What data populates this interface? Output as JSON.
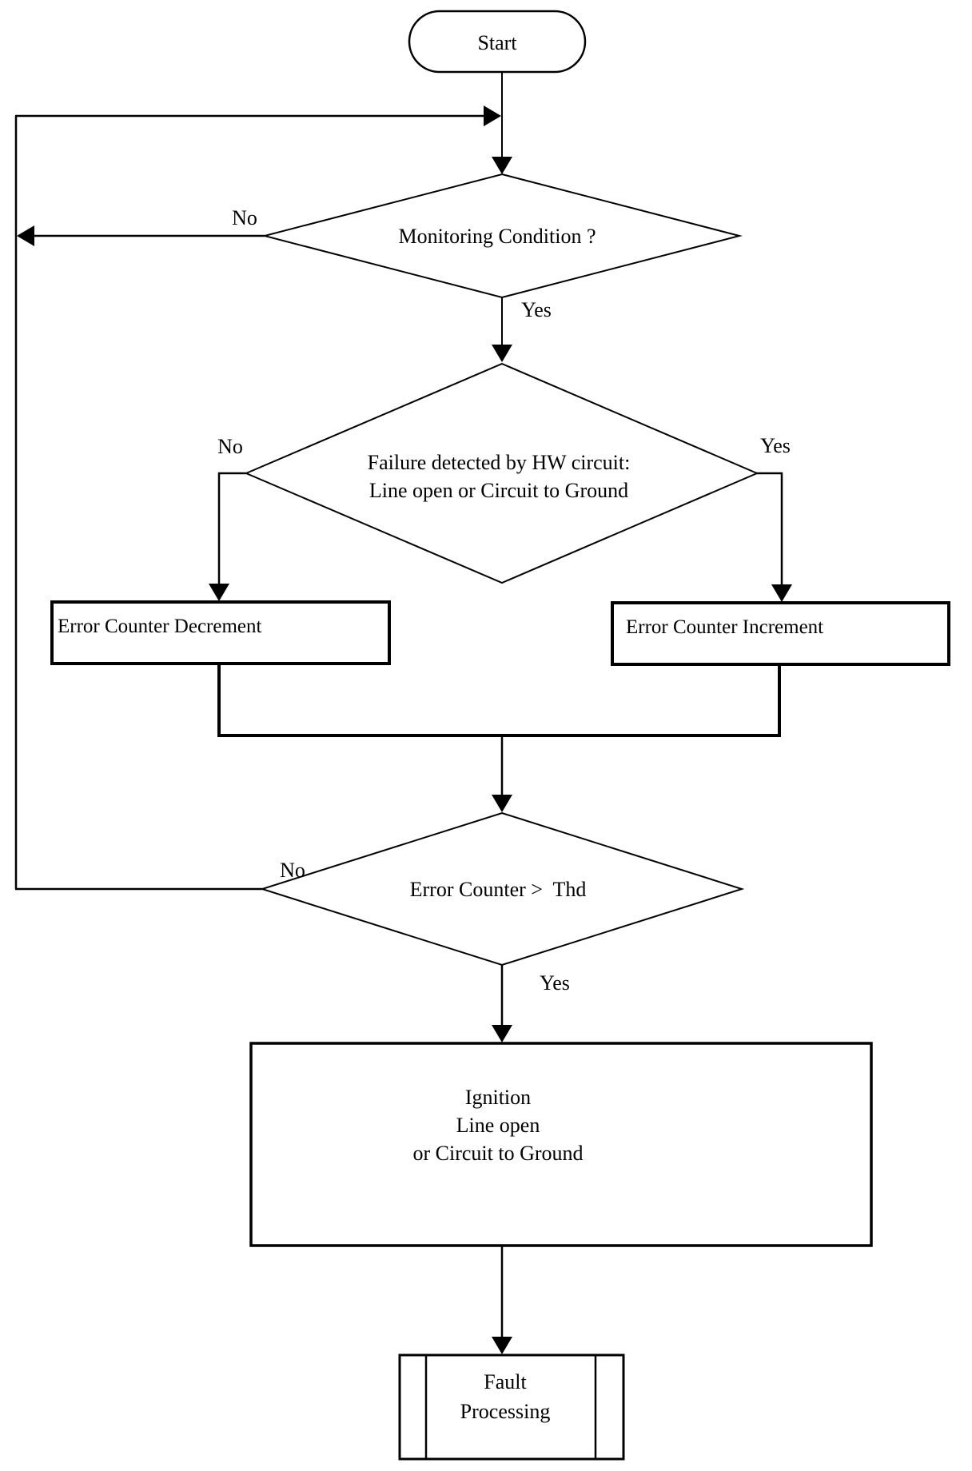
{
  "flowchart": {
    "colors": {
      "line": "#000000",
      "text": "#000000",
      "node_fill": "#ffffff",
      "background": "#ffffff"
    },
    "nodes": {
      "start": {
        "type": "terminator",
        "label": "Start"
      },
      "monitoring": {
        "type": "decision",
        "label": "Monitoring Condition ?"
      },
      "hw_failure": {
        "type": "decision",
        "label_line1": "Failure detected by HW circuit:",
        "label_line2": "Line open or Circuit to Ground"
      },
      "decrement": {
        "type": "process",
        "label": "Error Counter Decrement"
      },
      "increment": {
        "type": "process",
        "label": "Error Counter Increment"
      },
      "threshold": {
        "type": "decision",
        "label": "Error Counter >  Thd"
      },
      "ignition": {
        "type": "process",
        "label_line1": "Ignition",
        "label_line2": "Line open",
        "label_line3": "or Circuit to Ground"
      },
      "fault": {
        "type": "predefined-process",
        "label_line1": "Fault",
        "label_line2": "Processing"
      }
    },
    "edge_labels": {
      "monitoring_no": "No",
      "monitoring_yes": "Yes",
      "hw_failure_no": "No",
      "hw_failure_yes": "Yes",
      "threshold_no": "No",
      "threshold_yes": "Yes"
    }
  }
}
